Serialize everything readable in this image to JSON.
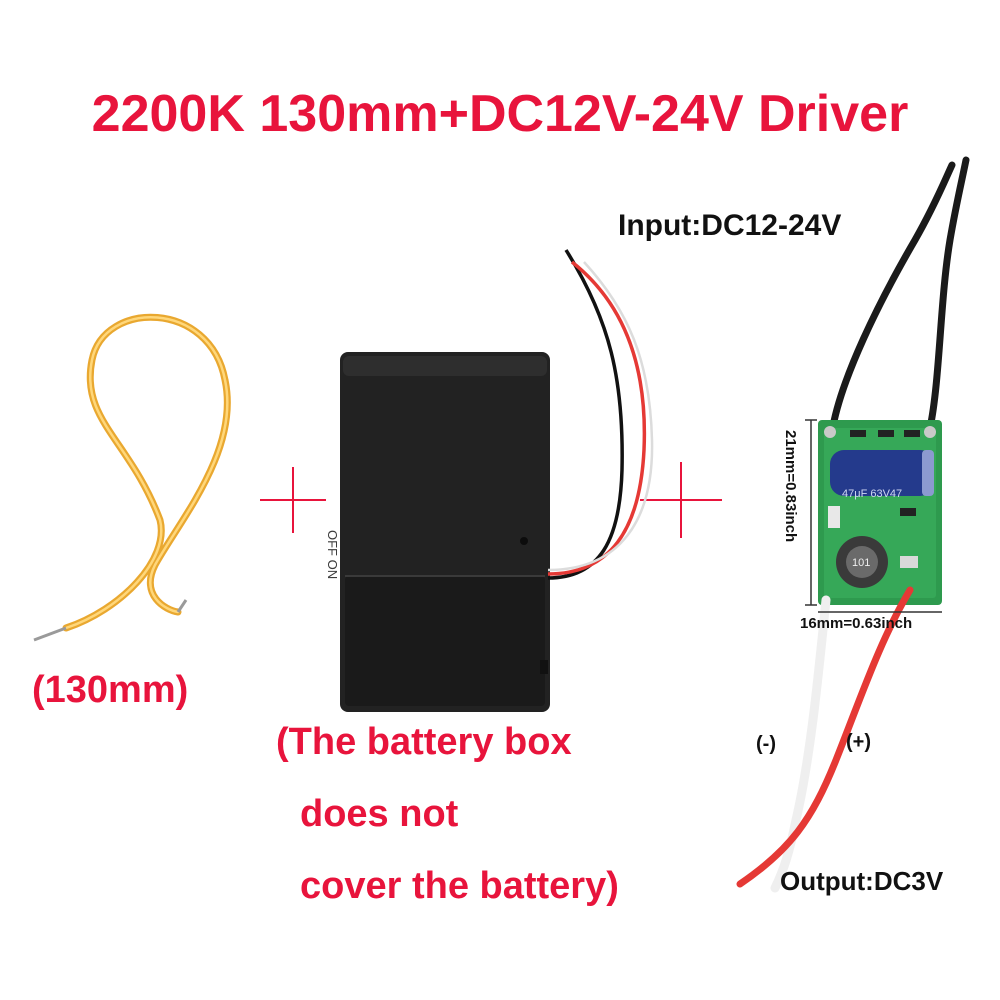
{
  "header": {
    "title": "2200K 130mm+DC12V-24V Driver"
  },
  "filament": {
    "length_label": "(130mm)"
  },
  "battery_box": {
    "note_line1": "(The battery box",
    "note_line2": "does not",
    "note_line3": "cover the battery)",
    "embossed_text": "OFF  ON"
  },
  "driver": {
    "input_label": "Input:DC12-24V",
    "height_label": "21mm=0.83inch",
    "width_label": "16mm=0.63inch",
    "minus_label": "(-)",
    "plus_label": "(+)",
    "output_label": "Output:DC3V",
    "capacitor_text": "47μF 63V47",
    "inductor_text": "101"
  },
  "colors": {
    "title_red": "#e8143c",
    "cross_red": "#e8143c",
    "filament_amber": "#f0b43c",
    "pcb_green": "#2e9a4e",
    "wire_red": "#e53935",
    "box_black": "#1f1f1f"
  },
  "icons": {
    "plus_sign": "thin-red-cross",
    "filament": "bent-led-filament",
    "battery_box": "black-battery-box",
    "driver": "led-driver-board"
  }
}
